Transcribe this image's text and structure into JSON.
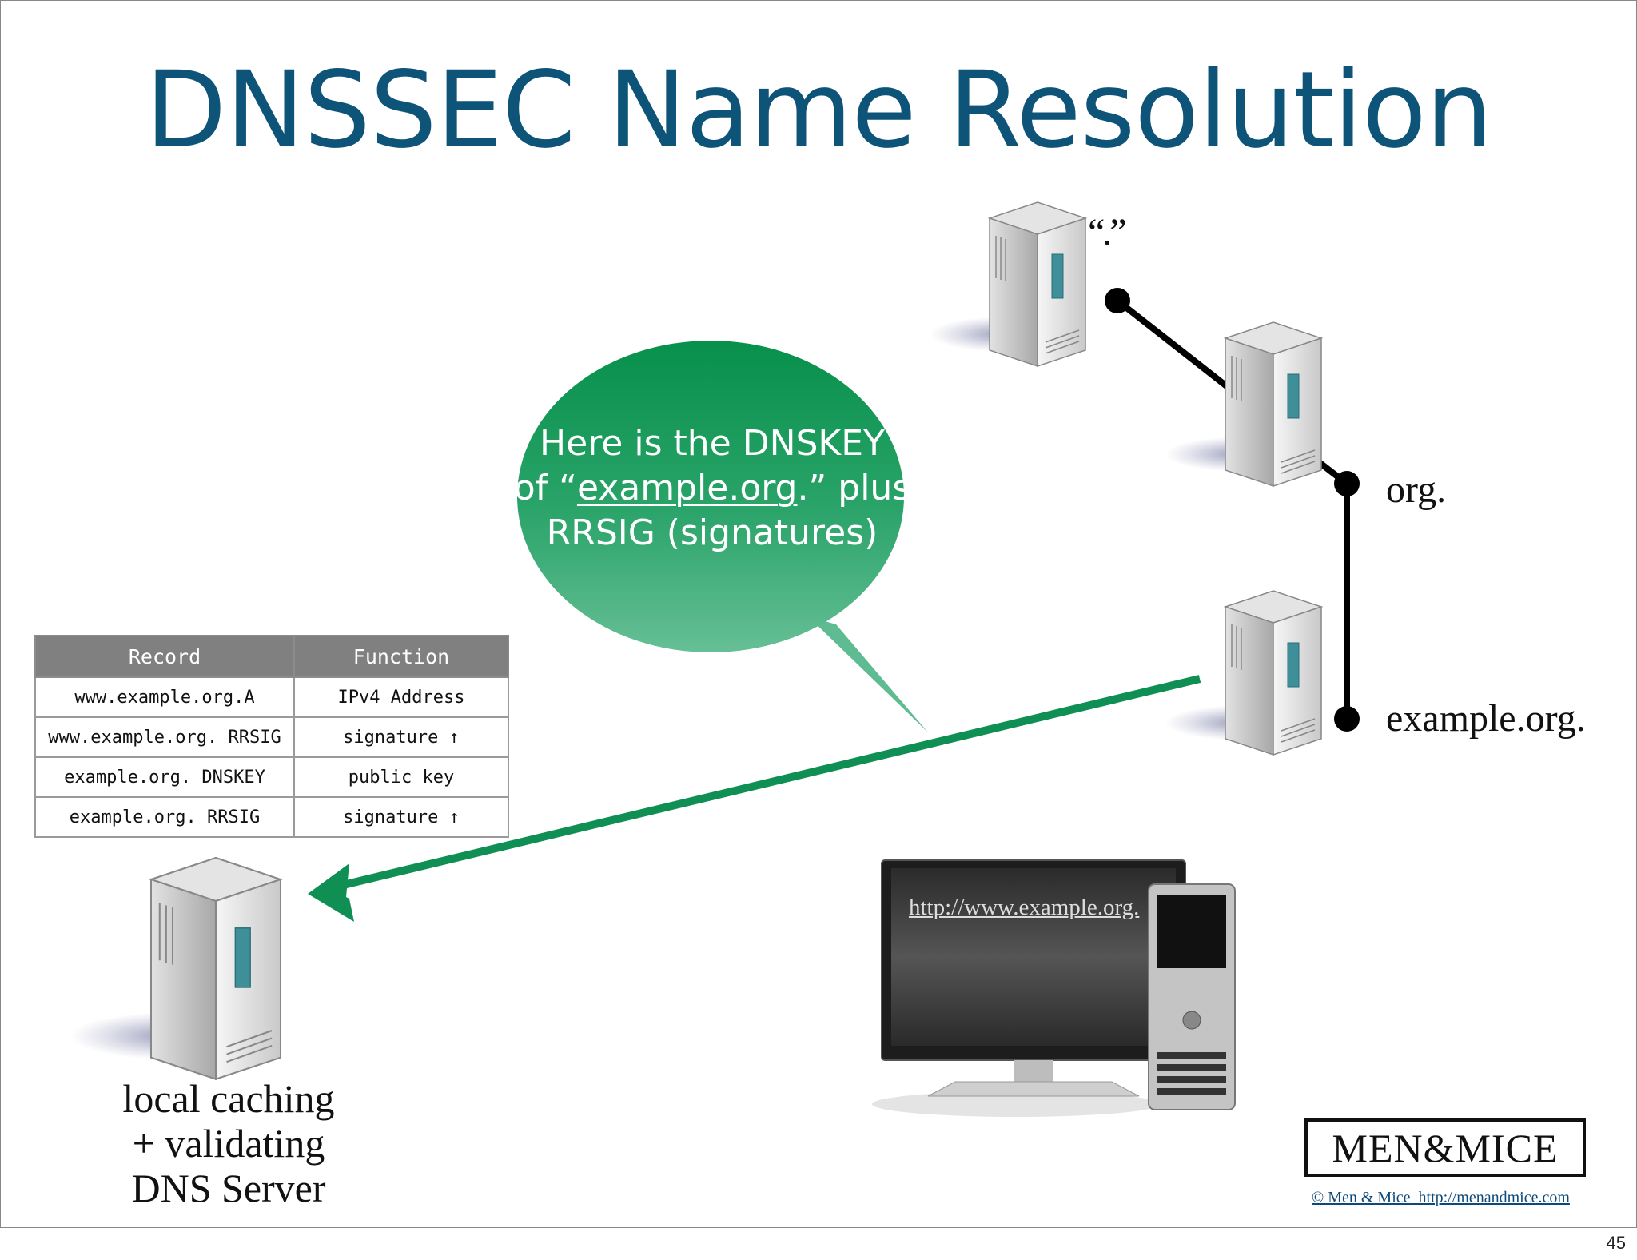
{
  "slide": {
    "title": "DNSSEC Name Resolution",
    "page_number": "45"
  },
  "bubble": {
    "line1": "Here is the DNSKEY",
    "line2_pre": "of “",
    "line2_link": "example.org",
    "line2_post": ".” plus",
    "line3": "RRSIG (signatures)",
    "color": "#0f8f54"
  },
  "servers": {
    "root_label": "“.”",
    "org_label": "org.",
    "example_label": "example.org.",
    "cache_label_line1": "local caching",
    "cache_label_line2": "+ validating",
    "cache_label_line3": "DNS Server"
  },
  "table": {
    "headers": [
      "Record",
      "Function"
    ],
    "rows": [
      [
        "www.example.org.A",
        "IPv4 Address"
      ],
      [
        "www.example.org. RRSIG",
        "signature ↑"
      ],
      [
        "example.org. DNSKEY",
        "public key"
      ],
      [
        "example.org. RRSIG",
        "signature ↑"
      ]
    ]
  },
  "workstation": {
    "url": "http://www.example.org."
  },
  "branding": {
    "logo": "MEN&MICE",
    "copyright": "© Men & Mice  http://menandmice.com"
  },
  "colors": {
    "title": "#0d5478",
    "arrow": "#0f8f54"
  }
}
